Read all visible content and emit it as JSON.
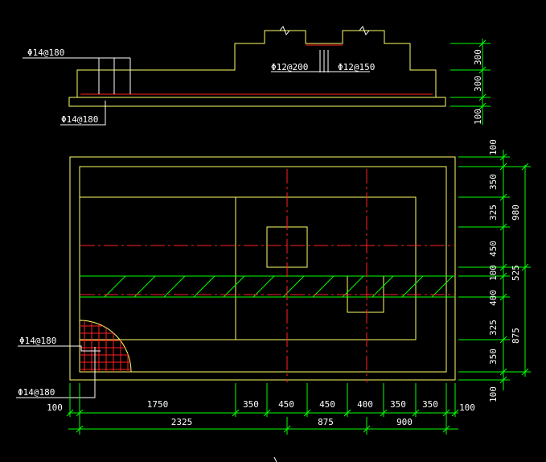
{
  "colors": {
    "background": "#000000",
    "outline": "#ffff66",
    "rebar": "#ff2020",
    "axis": "#ff2020",
    "dimension": "#00ff00",
    "hatch": "#00ff00",
    "text": "#ffffff"
  },
  "section_view": {
    "labels": {
      "top_left": "Φ14@180",
      "bottom_left": "Φ14@180",
      "mid_a": "Φ12@200",
      "mid_b": "Φ12@150"
    },
    "vertical_dims": [
      "300",
      "300",
      "100"
    ]
  },
  "plan_view": {
    "callouts": {
      "upper": "Φ14@180",
      "lower": "Φ14@180"
    },
    "right_dims_inner": [
      "100",
      "350",
      "325",
      "450",
      "100",
      "400",
      "325",
      "350",
      "100"
    ],
    "right_dims_outer": [
      "980",
      "525",
      "875"
    ],
    "bottom_dims_row1": [
      "100",
      "1750",
      "350",
      "450",
      "450",
      "400",
      "350",
      "350",
      "100"
    ],
    "bottom_dims_row2": [
      "2325",
      "875",
      "900"
    ]
  }
}
